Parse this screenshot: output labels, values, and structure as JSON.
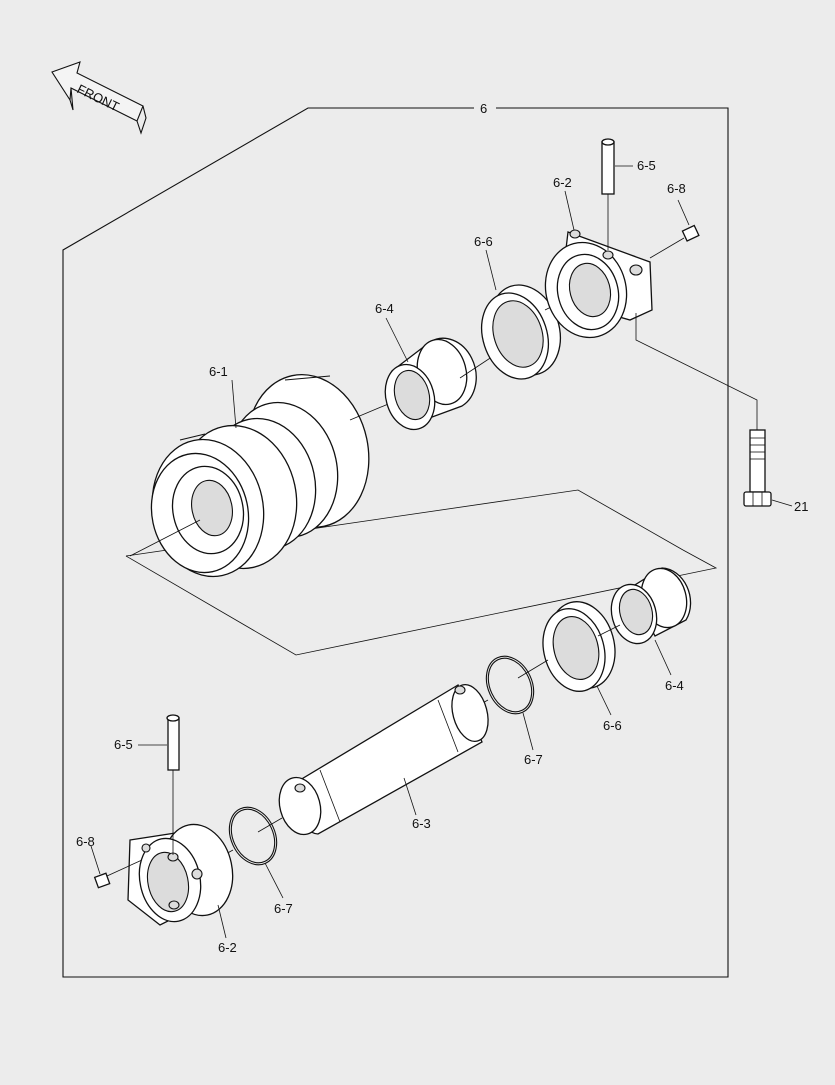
{
  "front_arrow": {
    "label": "FRONT"
  },
  "callouts": {
    "assembly": "6",
    "roller_body": "6-1",
    "collar_top": "6-2",
    "collar_bottom": "6-2",
    "shaft": "6-3",
    "bushing_top": "6-4",
    "bushing_right": "6-4",
    "pin_top": "6-5",
    "pin_bottom": "6-5",
    "seal_top": "6-6",
    "seal_right": "6-6",
    "oring_right": "6-7",
    "oring_bottom": "6-7",
    "plug_top": "6-8",
    "plug_bottom": "6-8",
    "bolt": "21"
  }
}
